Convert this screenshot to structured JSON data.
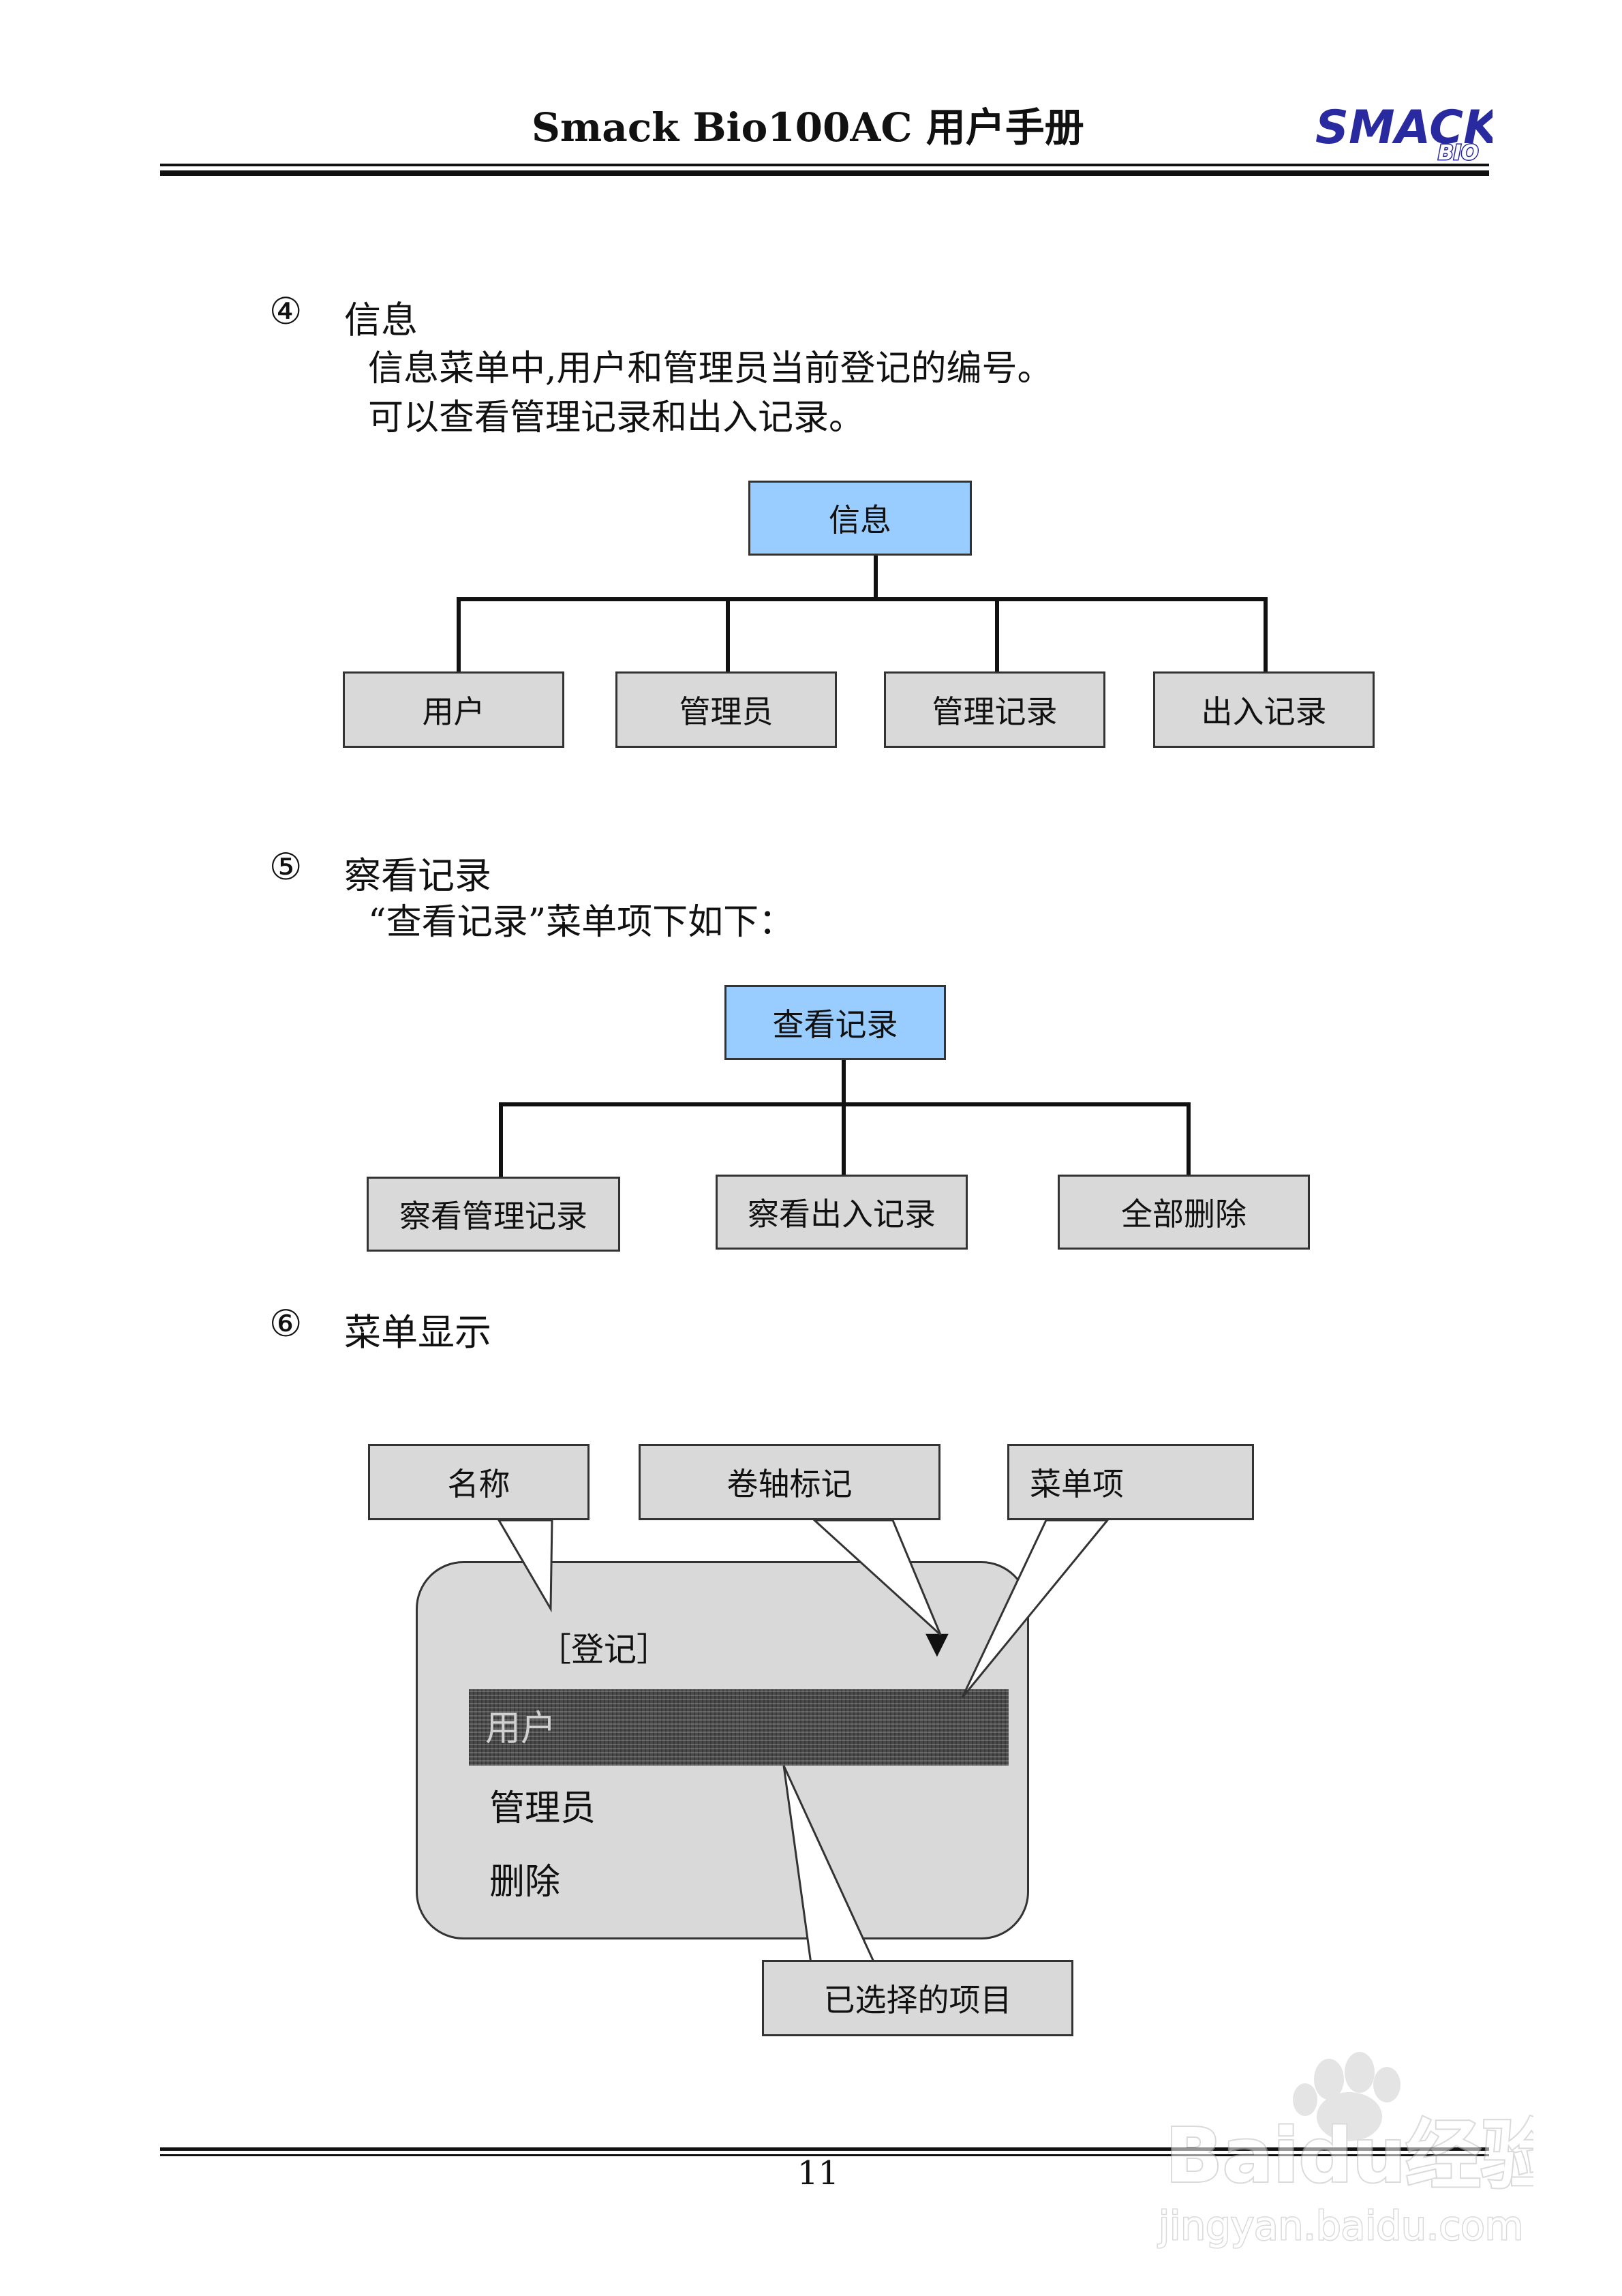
{
  "header": {
    "title": "Smack Bio100AC  用户手册",
    "logo_text": "SMACK",
    "logo_sub": "BIO"
  },
  "sections": [
    {
      "num": "④",
      "title": "信息",
      "paragraphs": [
        "信息菜单中,用户和管理员当前登记的编号。",
        "可以查看管理记录和出入记录。"
      ],
      "diagram": {
        "root": "信息",
        "children": [
          "用户",
          "管理员",
          "管理记录",
          "出入记录"
        ]
      }
    },
    {
      "num": "⑤",
      "title": "察看记录",
      "paragraphs": [
        "“查看记录”菜单项下如下："
      ],
      "diagram": {
        "root": "查看记录",
        "children": [
          "察看管理记录",
          "察看出入记录",
          "全部删除"
        ]
      }
    },
    {
      "num": "⑥",
      "title": "菜单显示",
      "callouts": {
        "name": "名称",
        "scroll_mark": "卷轴标记",
        "menu_item": "菜单项",
        "selected_item": "已选择的项目"
      },
      "lcd": {
        "title": "［登记］",
        "scroll_symbol": "▼",
        "items": [
          "用户",
          "管理员",
          "删除"
        ]
      }
    }
  ],
  "footer": {
    "page_number": "11"
  },
  "watermark": {
    "brand": "Baidu经验",
    "url": "jingyan.baidu.com"
  }
}
